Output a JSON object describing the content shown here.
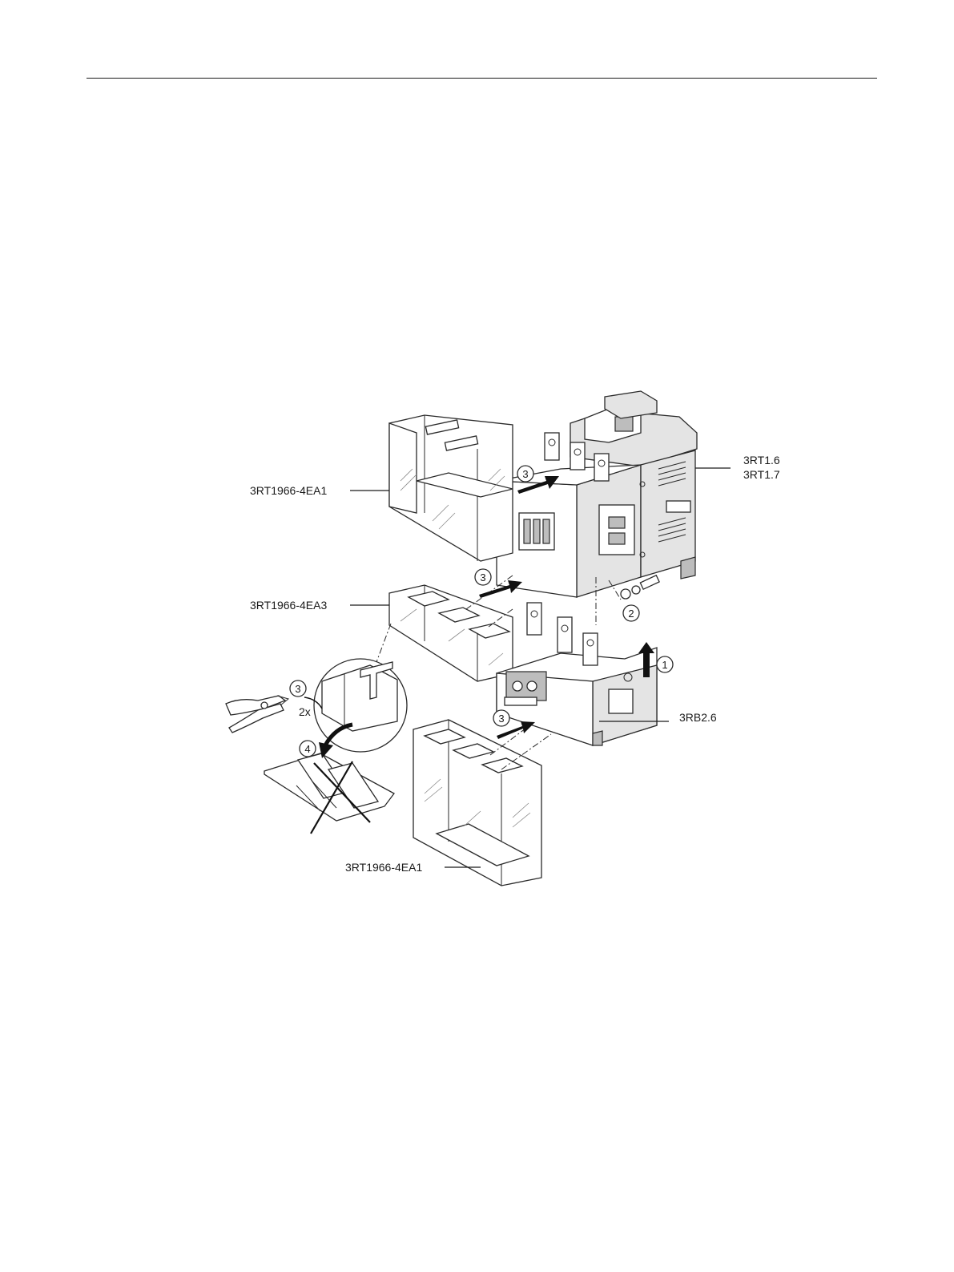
{
  "labels": {
    "cover_top": "3RT1966-4EA1",
    "cover_middle": "3RT1966-4EA3",
    "cover_bottom": "3RT1966-4EA1",
    "contactor_line1": "3RT1.6",
    "contactor_line2": "3RT1.7",
    "overload_relay": "3RB2.6",
    "cut_count": "2x"
  },
  "steps": {
    "step_1": "1",
    "step_2": "2",
    "step_3": "3",
    "step_4": "4"
  }
}
